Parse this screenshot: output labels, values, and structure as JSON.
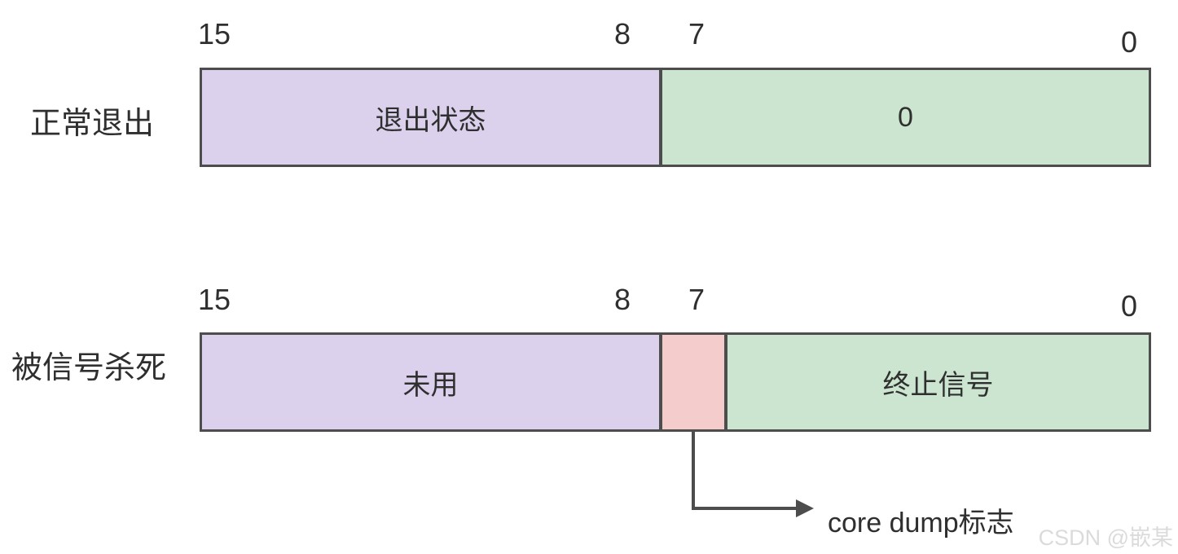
{
  "colors": {
    "segment_purple": "#dbd1ec",
    "segment_green": "#cce5d0",
    "segment_pink": "#f4cccb",
    "border": "#4d4d4d",
    "text": "#2f2f2f",
    "watermark": "#dbdbdb"
  },
  "rows": [
    {
      "label": "正常退出",
      "ticks": {
        "t15": "15",
        "t8": "8",
        "t7": "7",
        "t0": "0"
      },
      "segments": [
        {
          "name": "exit-status",
          "text": "退出状态"
        },
        {
          "name": "zero-field",
          "text": "0"
        }
      ]
    },
    {
      "label": "被信号杀死",
      "ticks": {
        "t15": "15",
        "t8": "8",
        "t7": "7",
        "t0": "0"
      },
      "segments": [
        {
          "name": "unused",
          "text": "未用"
        },
        {
          "name": "core-dump-bit",
          "text": ""
        },
        {
          "name": "termination-signal",
          "text": "终止信号"
        }
      ]
    }
  ],
  "annotation": {
    "label": "core dump标志"
  },
  "watermark": "CSDN @嵌某"
}
